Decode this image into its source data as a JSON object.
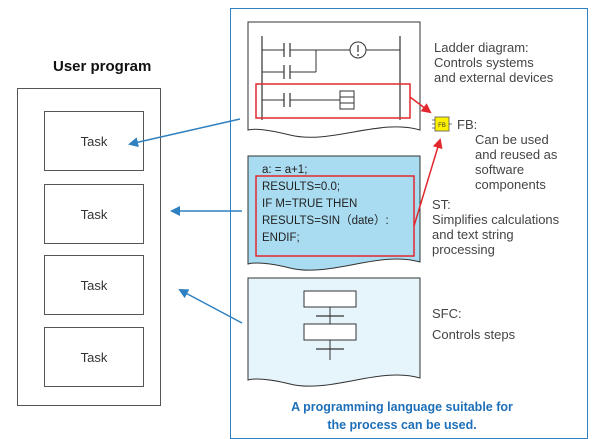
{
  "left": {
    "title": "User program",
    "tasks": [
      "Task",
      "Task",
      "Task",
      "Task"
    ]
  },
  "ladder": {
    "desc_lines": [
      "Ladder diagram:",
      "Controls systems",
      "and external devices"
    ]
  },
  "fb": {
    "icon_label": "FB",
    "desc_lines": [
      "FB:",
      "Can be used",
      "and reused as",
      "software",
      "components"
    ]
  },
  "st": {
    "code_lines": [
      "a: = a+1;",
      "RESULTS=0.0;",
      "IF M=TRUE THEN",
      "RESULTS=SIN（date）:",
      "ENDIF;"
    ],
    "desc_lines": [
      "ST:",
      "Simplifies calculations",
      "and text string",
      "processing"
    ]
  },
  "sfc": {
    "desc_lines": [
      "SFC:",
      "Controls steps"
    ]
  },
  "caption": {
    "line1": "A programming language suitable for",
    "line2": "the process can be used."
  },
  "colors": {
    "frame_blue": "#2f80c0",
    "arrow_blue": "#2f80c0",
    "highlight_red": "#e2282e",
    "st_fill": "#a9dcf1",
    "sfc_fill": "#e6f4fb"
  }
}
